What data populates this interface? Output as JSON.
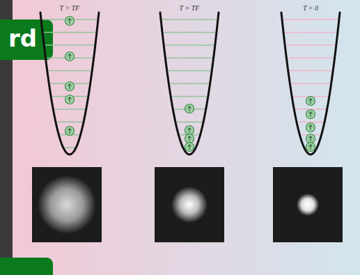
{
  "diagram": {
    "labels": [
      "rd",
      "T > TF",
      "T = TF",
      "T = 0"
    ]
  }
}
